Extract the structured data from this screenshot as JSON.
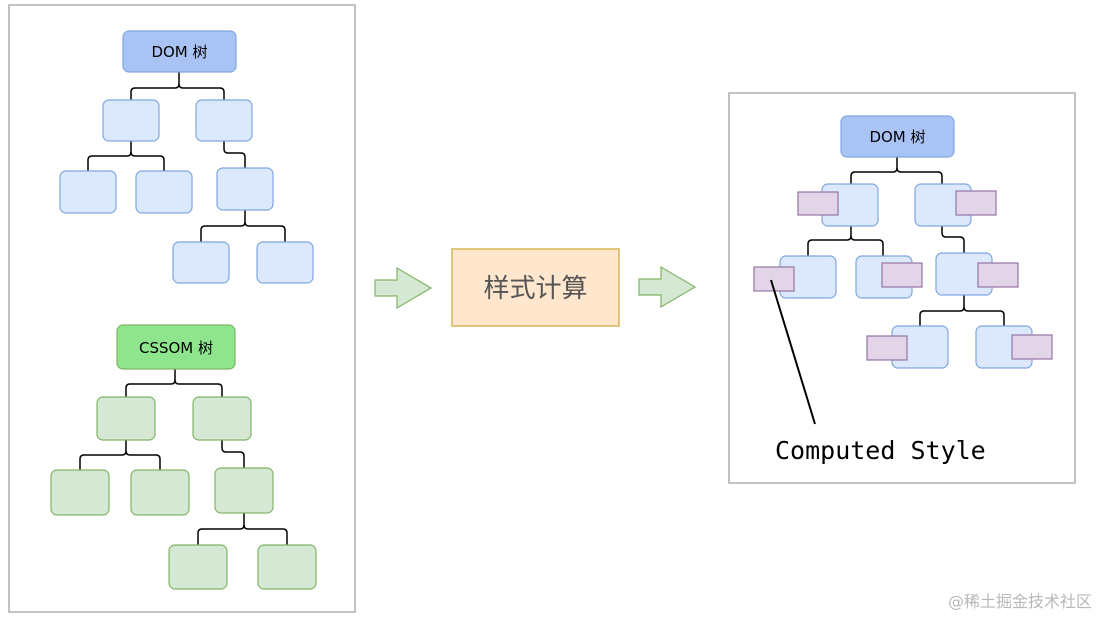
{
  "left_panel": {
    "dom_tree": {
      "root_label": "DOM 树"
    },
    "cssom_tree": {
      "root_label": "CSSOM 树"
    }
  },
  "process": {
    "label": "样式计算"
  },
  "right_panel": {
    "dom_tree": {
      "root_label": "DOM 树"
    },
    "annotation": "Computed Style"
  },
  "watermark": "@稀土掘金技术社区",
  "colors": {
    "dom_root_fill": "#a9c3f5",
    "dom_node_fill": "#dce8fb",
    "dom_stroke": "#7ea6e0",
    "cssom_root_fill": "#8ee58e",
    "cssom_node_fill": "#d5e8d4",
    "cssom_stroke": "#82b366",
    "process_fill": "#ffe6cc",
    "process_stroke": "#d6b656",
    "style_fill": "#e1d5e7",
    "style_stroke": "#9673a6",
    "arrow_fill": "#d5e8d4"
  }
}
